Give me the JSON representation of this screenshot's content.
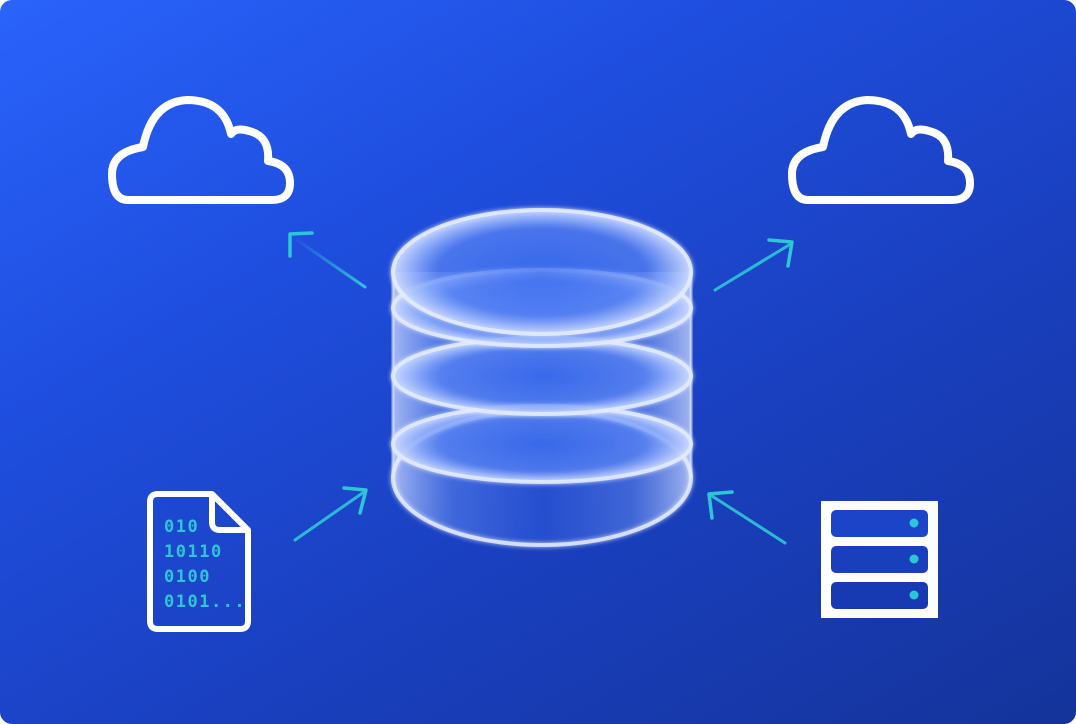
{
  "diagram": {
    "colors": {
      "background_start": "#2a63fb",
      "background_end": "#14339a",
      "arrow": "#2ec6d6",
      "icon_stroke": "#ffffff",
      "binary_text": "#2ec6d6",
      "server_led": "#2ec6d6"
    },
    "nodes": [
      {
        "id": "central-database",
        "icon": "database-icon"
      },
      {
        "id": "cloud-left",
        "icon": "cloud-icon"
      },
      {
        "id": "cloud-right",
        "icon": "cloud-icon"
      },
      {
        "id": "binary-file",
        "icon": "binary-file-icon"
      },
      {
        "id": "server-rack",
        "icon": "server-rack-icon"
      }
    ],
    "edges": [
      {
        "from": "central-database",
        "to": "cloud-left"
      },
      {
        "from": "central-database",
        "to": "cloud-right"
      },
      {
        "from": "binary-file",
        "to": "central-database"
      },
      {
        "from": "server-rack",
        "to": "central-database"
      }
    ],
    "binary_file": {
      "lines": [
        "010",
        "10110",
        "0100",
        "0101..."
      ]
    }
  }
}
